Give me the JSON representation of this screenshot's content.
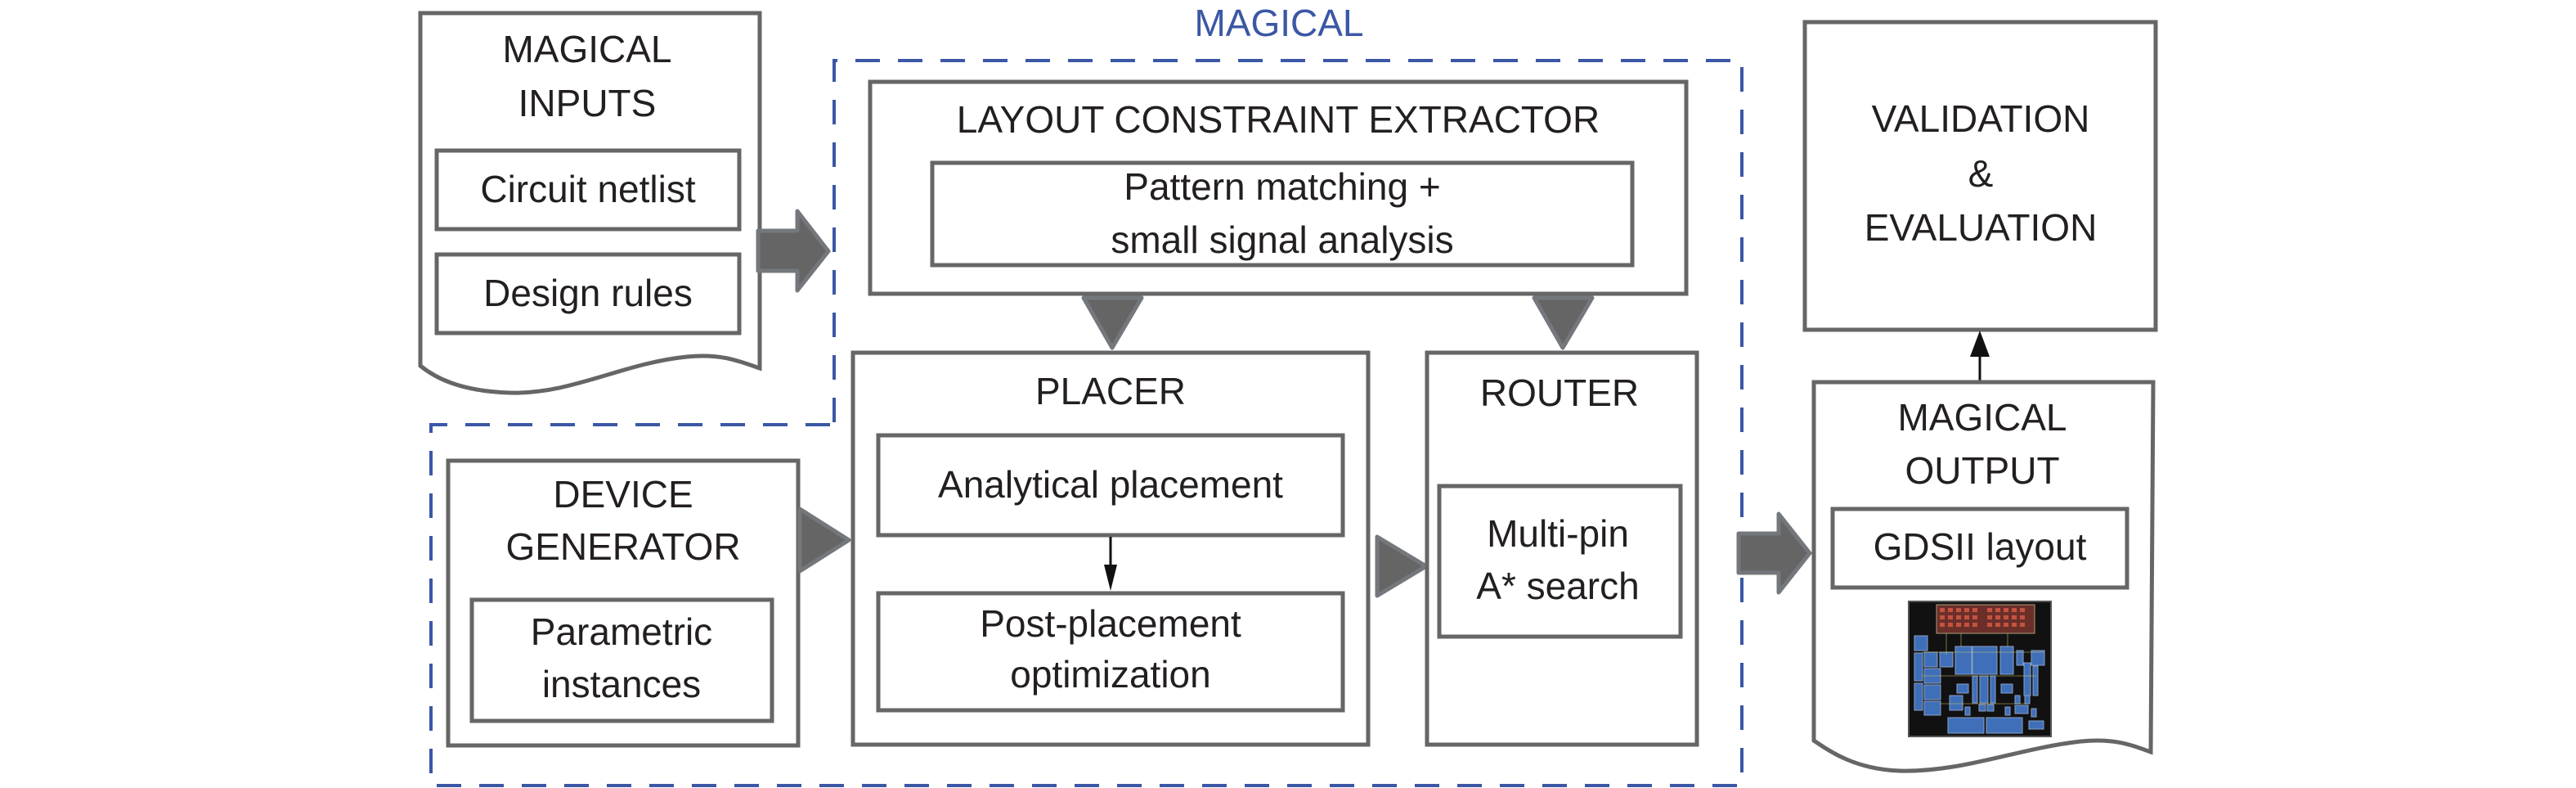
{
  "diagram": {
    "framework_label": "MAGICAL",
    "inputs": {
      "title_lines": [
        "MAGICAL",
        "INPUTS"
      ],
      "items": [
        "Circuit netlist",
        "Design rules"
      ]
    },
    "constraint_extractor": {
      "title": "LAYOUT CONSTRAINT EXTRACTOR",
      "method_lines": [
        "Pattern matching +",
        "small signal analysis"
      ]
    },
    "device_generator": {
      "title_lines": [
        "DEVICE",
        "GENERATOR"
      ],
      "item_lines": [
        "Parametric",
        "instances"
      ]
    },
    "placer": {
      "title": "PLACER",
      "step1": "Analytical placement",
      "step2_lines": [
        "Post-placement",
        "optimization"
      ]
    },
    "router": {
      "title": "ROUTER",
      "method_lines": [
        "Multi-pin",
        "A* search"
      ]
    },
    "output": {
      "title_lines": [
        "MAGICAL",
        "OUTPUT"
      ],
      "item": "GDSII layout",
      "thumbnail": "layout-thumbnail"
    },
    "validation": {
      "title_lines": [
        "VALIDATION",
        "&",
        "EVALUATION"
      ]
    },
    "colors": {
      "framework_accent": "#3b57a5",
      "box_stroke": "#666666",
      "arrow_fill": "#656565"
    },
    "flows": [
      {
        "from": "MAGICAL INPUTS",
        "to": "MAGICAL"
      },
      {
        "from": "LAYOUT CONSTRAINT EXTRACTOR",
        "to": "PLACER"
      },
      {
        "from": "LAYOUT CONSTRAINT EXTRACTOR",
        "to": "ROUTER"
      },
      {
        "from": "DEVICE GENERATOR",
        "to": "PLACER"
      },
      {
        "from": "Analytical placement",
        "to": "Post-placement optimization"
      },
      {
        "from": "PLACER",
        "to": "ROUTER"
      },
      {
        "from": "MAGICAL",
        "to": "MAGICAL OUTPUT"
      },
      {
        "from": "MAGICAL OUTPUT",
        "to": "VALIDATION & EVALUATION"
      }
    ]
  }
}
